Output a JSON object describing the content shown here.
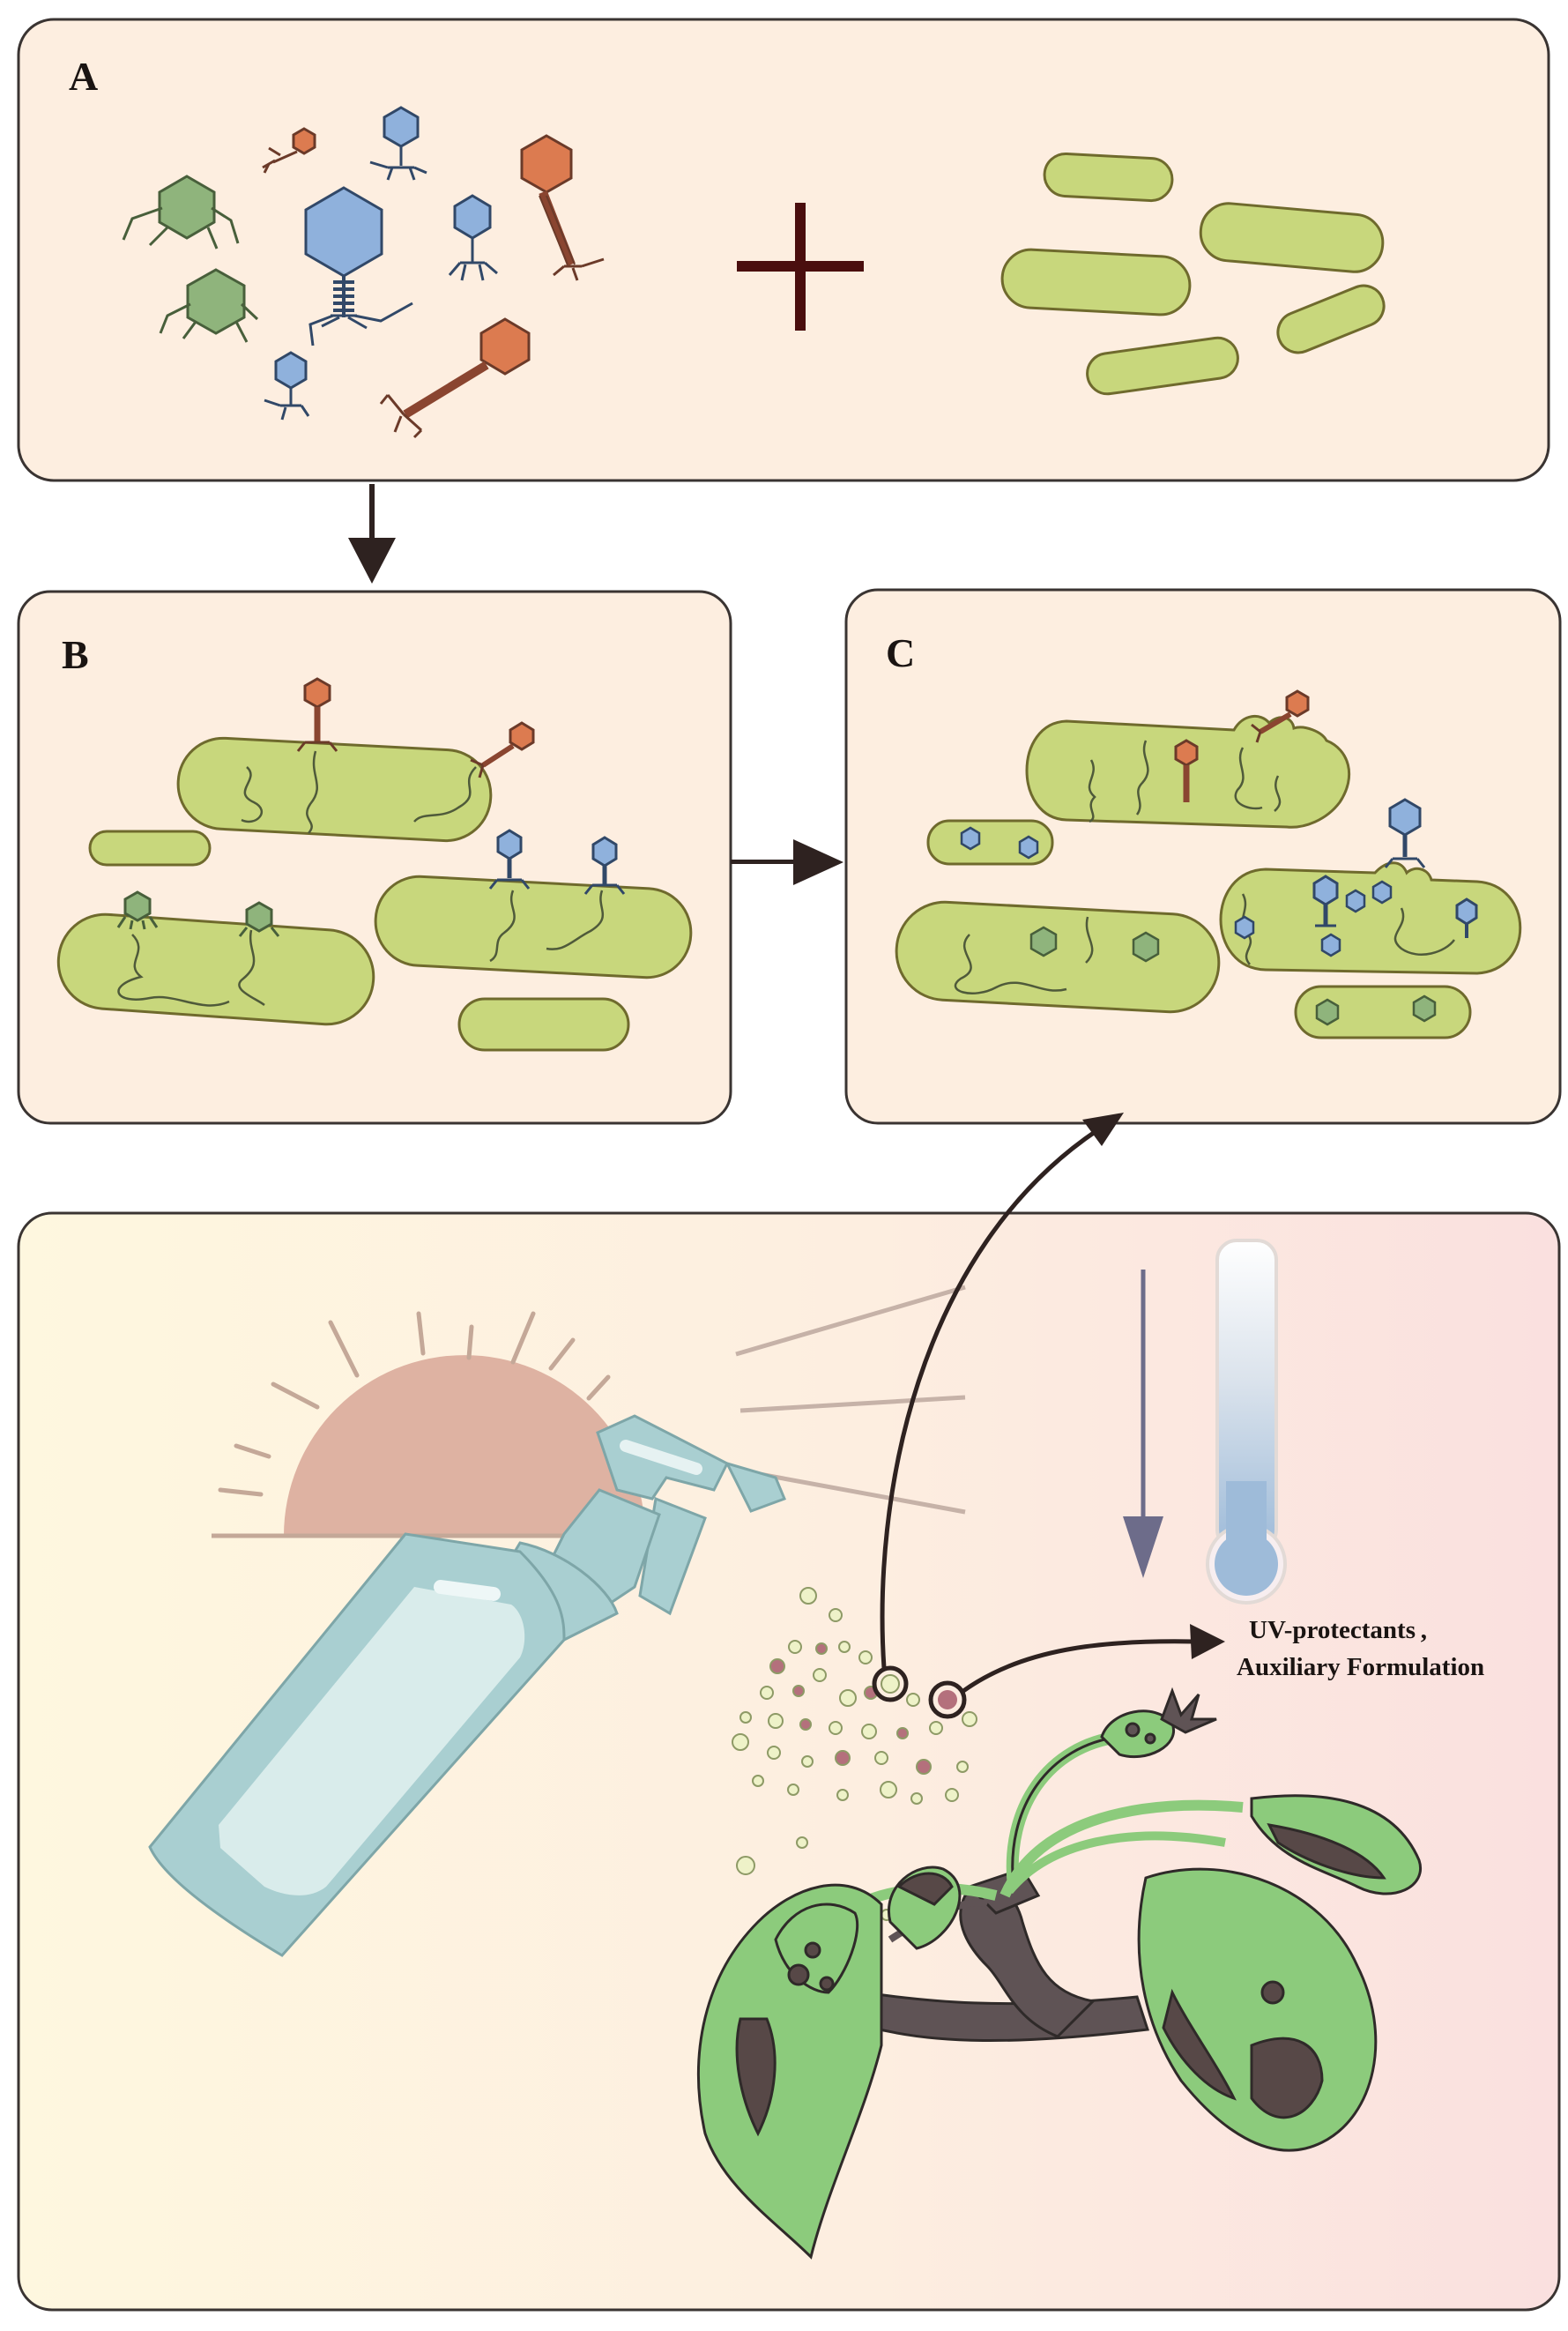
{
  "panels": {
    "a": {
      "letter": "A"
    },
    "b": {
      "letter": "B"
    },
    "c": {
      "letter": "C"
    }
  },
  "spray_label": {
    "line1": "UV-protectants ,",
    "line2": "Auxiliary Formulation"
  },
  "colors": {
    "panel_fill": "#fdeee0",
    "panel_border": "#3a3432",
    "bacteria": "#c8d77c",
    "bacteria_border": "#6f6a2d",
    "phage_green": "#8fb47c",
    "phage_blue": "#8fb1dc",
    "phage_orange": "#dc7b50",
    "arrow": "#2e2220",
    "sun": "#deb2a2",
    "bottle": "#a9cfd1",
    "leaf": "#8ccb7c",
    "lesion": "#574847",
    "stem": "#5f5355"
  }
}
